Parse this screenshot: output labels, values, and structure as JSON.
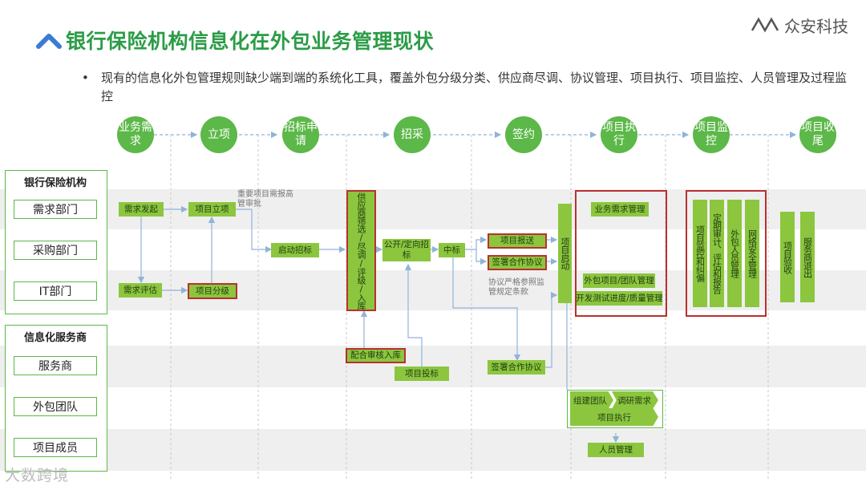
{
  "header": {
    "title": "银行保险机构信息化在外包业务管理现状",
    "brand": "众安科技",
    "bullet": "现有的信息化外包管理规则缺少端到端的系统化工具，覆盖外包分级分类、供应商尽调、协议管理、项目执行、项目监控、人员管理及过程监控"
  },
  "stages": [
    {
      "label": "业务需求"
    },
    {
      "label": "立项"
    },
    {
      "label": "招标申请"
    },
    {
      "label": "招采"
    },
    {
      "label": "签约"
    },
    {
      "label": "项目执行"
    },
    {
      "label": "项目监控"
    },
    {
      "label": "项目收尾"
    }
  ],
  "groups": {
    "bank": {
      "title": "银行保险机构",
      "lanes": [
        "需求部门",
        "采购部门",
        "IT部门"
      ]
    },
    "vendor": {
      "title": "信息化服务商",
      "lanes": [
        "服务商",
        "外包团队",
        "项目成员"
      ]
    }
  },
  "nodes": {
    "req_start": "需求发起",
    "req_eval": "需求评估",
    "proj_setup": "项目立项",
    "proj_grade": "项目分级",
    "bid_start": "启动招标",
    "supplier": "供应商筛选/尽调/评级/入库",
    "open_bid": "公开/定向招标",
    "win_bid": "中标",
    "proj_report": "项目报送",
    "sign_coop": "签署合作协议",
    "proj_kickoff": "项目启动",
    "biz_req_mgmt": "业务需求管理",
    "outsrc_team_mgmt": "外包项目/团队管理",
    "dev_test_mgmt": "开发测试进度/质量管理",
    "monitor_1": "项目监控和纠偏",
    "monitor_2": "定期审计、评估和报告",
    "monitor_3": "外包人员管理",
    "monitor_4": "网络安全管理",
    "accept": "项目验收",
    "exit": "服务商退出",
    "audit_in": "配合审核入库",
    "proj_bid": "项目投标",
    "vendor_sign": "签署合作协议",
    "build_team": "组建团队",
    "research": "调研需求",
    "proj_exec": "项目执行",
    "staff_mgmt": "人员管理"
  },
  "notes": {
    "important": "重要项目需报高管审批",
    "agreement": "协议严格参照监管规定条款"
  },
  "watermark": "大数跨境",
  "colors": {
    "accent_green": "#5cb848",
    "node_green": "#8cc63f",
    "alert_red": "#b8312f",
    "title_green": "#2b9c47"
  }
}
